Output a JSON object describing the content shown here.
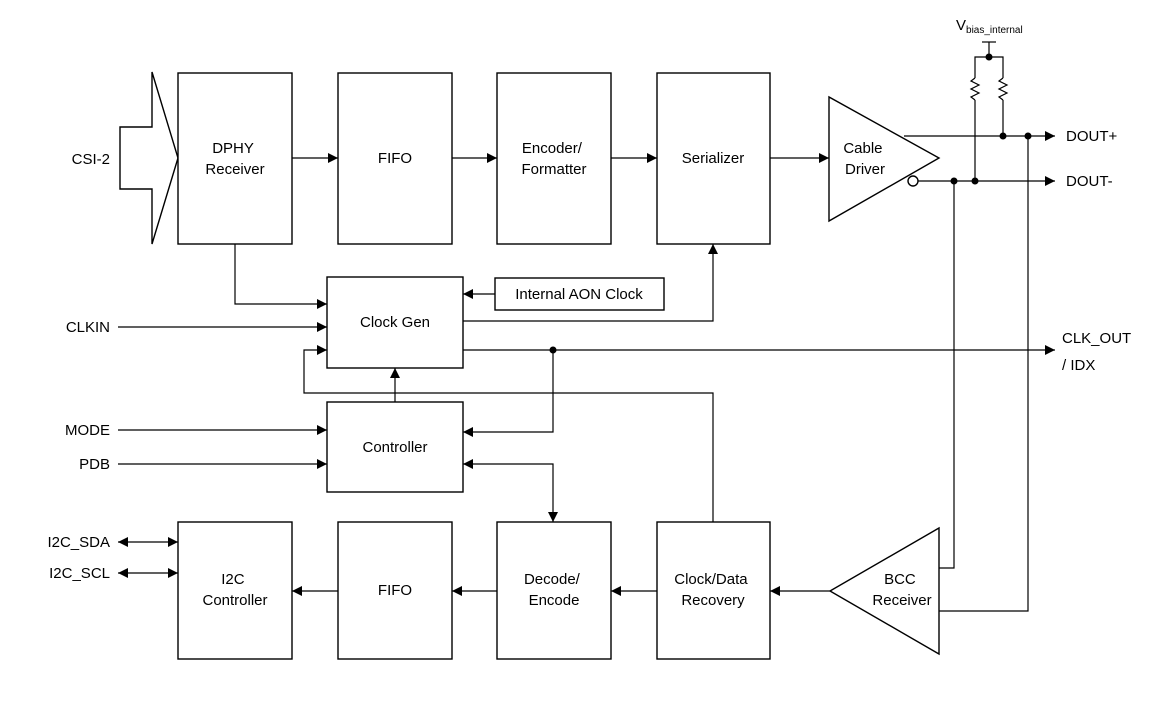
{
  "blocks": {
    "dphy": [
      "DPHY",
      "Receiver"
    ],
    "fifo_tx": [
      "FIFO"
    ],
    "encoder": [
      "Encoder/",
      "Formatter"
    ],
    "serializer": [
      "Serializer"
    ],
    "cable_driver": [
      "Cable",
      "Driver"
    ],
    "clock_gen": [
      "Clock Gen"
    ],
    "aon_clock": [
      "Internal AON Clock"
    ],
    "controller": [
      "Controller"
    ],
    "i2c_controller": [
      "I2C",
      "Controller"
    ],
    "fifo_rx": [
      "FIFO"
    ],
    "decode": [
      "Decode/",
      "Encode"
    ],
    "cdr": [
      "Clock/Data",
      "Recovery"
    ],
    "bcc_receiver": [
      "BCC",
      "Receiver"
    ]
  },
  "pins": {
    "csi2": "CSI-2",
    "clkin": "CLKIN",
    "mode": "MODE",
    "pdb": "PDB",
    "i2c_sda": "I2C_SDA",
    "i2c_scl": "I2C_SCL",
    "dout_p": "DOUT+",
    "dout_n": "DOUT-",
    "clk_out": "CLK_OUT",
    "idx": "/ IDX"
  },
  "vbias": {
    "main": "V",
    "sub": "bias_internal"
  }
}
